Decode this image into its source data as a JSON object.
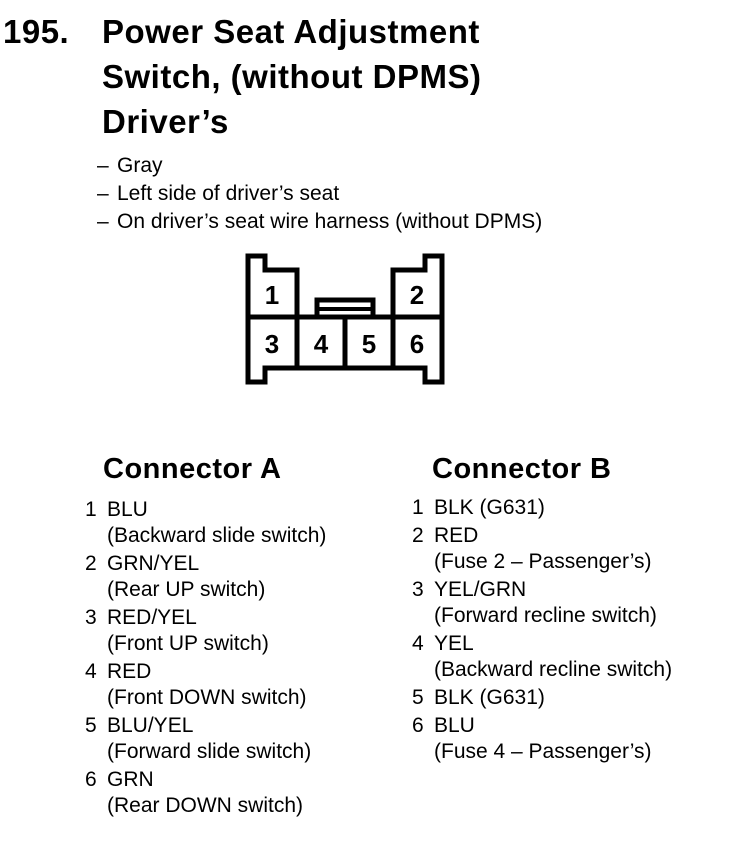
{
  "page": {
    "item_number": "195.",
    "title_lines": [
      "Power Seat Adjustment",
      "Switch, (without DPMS)",
      "Driver’s"
    ],
    "bullet_dash": "–",
    "bullets": [
      "Gray",
      "Left side of driver’s seat",
      "On driver’s seat wire harness (without DPMS)"
    ]
  },
  "diagram": {
    "pins": [
      "1",
      "2",
      "3",
      "4",
      "5",
      "6"
    ]
  },
  "connector_a": {
    "heading": "Connector A",
    "pins": [
      {
        "num": "1",
        "wire": "BLU",
        "desc": "(Backward slide switch)"
      },
      {
        "num": "2",
        "wire": "GRN/YEL",
        "desc": "(Rear UP switch)"
      },
      {
        "num": "3",
        "wire": "RED/YEL",
        "desc": "(Front UP switch)"
      },
      {
        "num": "4",
        "wire": "RED",
        "desc": "(Front DOWN switch)"
      },
      {
        "num": "5",
        "wire": "BLU/YEL",
        "desc": "(Forward slide switch)"
      },
      {
        "num": "6",
        "wire": "GRN",
        "desc": "(Rear DOWN switch)"
      }
    ]
  },
  "connector_b": {
    "heading": "Connector B",
    "pins": [
      {
        "num": "1",
        "wire": "BLK (G631)"
      },
      {
        "num": "2",
        "wire": "RED",
        "desc": "(Fuse 2 – Passenger’s)"
      },
      {
        "num": "3",
        "wire": "YEL/GRN",
        "desc": "(Forward recline switch)"
      },
      {
        "num": "4",
        "wire": "YEL",
        "desc": "(Backward recline switch)"
      },
      {
        "num": "5",
        "wire": "BLK (G631)"
      },
      {
        "num": "6",
        "wire": "BLU",
        "desc": "(Fuse 4 – Passenger’s)"
      }
    ]
  },
  "colors": {
    "ink": "#000000",
    "paper": "#ffffff"
  }
}
